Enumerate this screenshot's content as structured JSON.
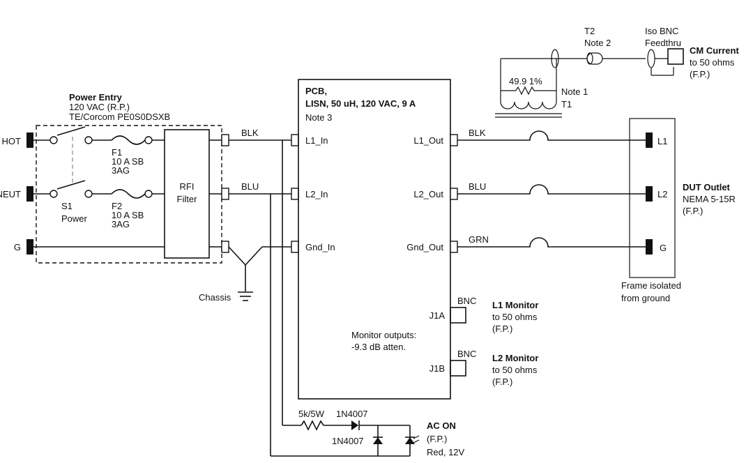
{
  "power_entry": {
    "title": "Power Entry",
    "line2": "120 VAC (R.P.)",
    "line3": "TE/Corcom PE0S0DSXB"
  },
  "inputs": {
    "hot": "HOT",
    "neut": "NEUT",
    "g": "G"
  },
  "fuses": {
    "f1": {
      "name": "F1",
      "rating": "10 A SB",
      "type": "3AG"
    },
    "f2": {
      "name": "F2",
      "rating": "10 A SB",
      "type": "3AG"
    }
  },
  "switch": {
    "name": "S1",
    "label": "Power"
  },
  "rfi": {
    "line1": "RFI",
    "line2": "Filter"
  },
  "chassis": "Chassis",
  "wires_in": {
    "w1": "BLK",
    "w2": "BLU"
  },
  "pcb": {
    "title1": "PCB,",
    "title2": "LISN, 50 uH, 120 VAC, 9 A",
    "note": "Note 3",
    "l1_in": "L1_In",
    "l2_in": "L2_In",
    "gnd_in": "Gnd_In",
    "l1_out": "L1_Out",
    "l2_out": "L2_Out",
    "gnd_out": "Gnd_Out",
    "j1a": "J1A",
    "j1b": "J1B",
    "monitor_line1": "Monitor outputs:",
    "monitor_line2": "-9.3 dB atten."
  },
  "wires_out": {
    "w1": "BLK",
    "w2": "BLU",
    "w3": "GRN"
  },
  "dut": {
    "title": "DUT Outlet",
    "line2": "NEMA 5-15R",
    "line3": "(F.P.)",
    "pins": [
      "L1",
      "L2",
      "G"
    ],
    "frame_line1": "Frame isolated",
    "frame_line2": "from ground"
  },
  "bnc": {
    "label": "BNC",
    "l1_title": "L1 Monitor",
    "l1_line2": "to 50 ohms",
    "l1_line3": "(F.P.)",
    "l2_title": "L2 Monitor",
    "l2_line2": "to 50 ohms",
    "l2_line3": "(F.P.)"
  },
  "cm": {
    "t2": "T2",
    "t2_note": "Note 2",
    "iso1": "Iso BNC",
    "iso2": "Feedthru",
    "title": "CM Current",
    "line2": "to 50 ohms",
    "line3": "(F.P.)",
    "resistor": "49.9 1%",
    "note1": "Note 1",
    "t1": "T1"
  },
  "ac": {
    "resistor": "5k/5W",
    "diode1": "1N4007",
    "diode2": "1N4007",
    "title": "AC ON",
    "line2": "(F.P.)",
    "line3": "Red, 12V"
  }
}
